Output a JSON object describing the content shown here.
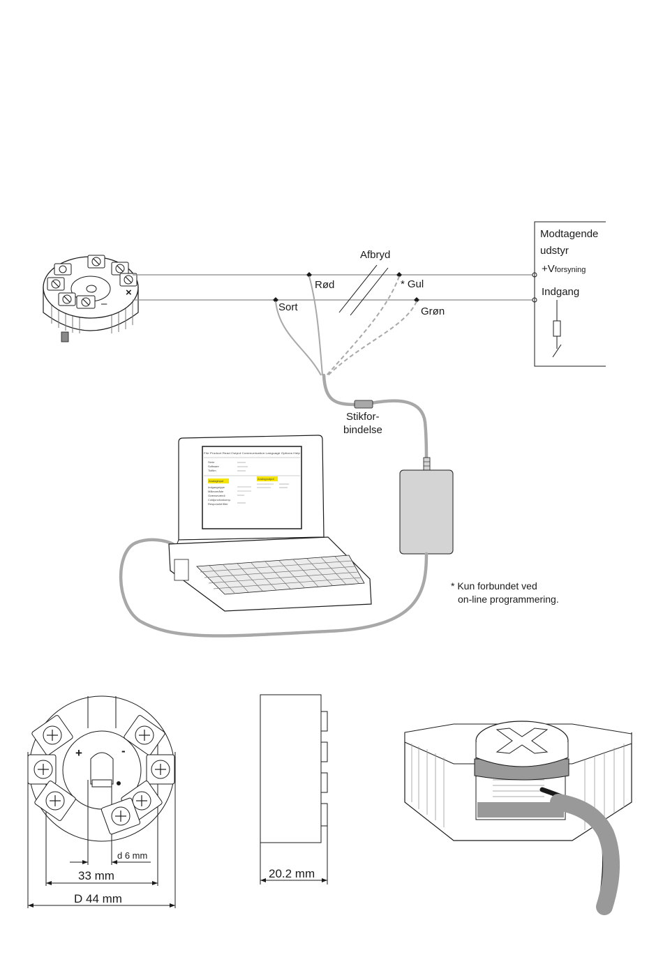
{
  "wiring": {
    "receiver_line1": "Modtagende",
    "receiver_line2": "udstyr",
    "supply_prefix": "+V",
    "supply_sub": "forsyning",
    "input_label": "Indgang",
    "disconnect_label": "Afbryd",
    "red_label": "Rød",
    "yellow_star": "*",
    "yellow_label": "Gul",
    "black_label": "Sort",
    "green_label": "Grøn",
    "connector_line1": "Stikfor-",
    "connector_line2": "bindelse"
  },
  "note": {
    "line1": "* Kun forbundet ved",
    "line2": "on-line programmering."
  },
  "laptop_screen": {
    "menu": "File  Product  Read  Output  Communication  Language  Options  Help",
    "rows": [
      "Serie",
      "Software",
      "Tidfilm"
    ],
    "highlight1": "Analoginput",
    "highlight2": "Analogoutput",
    "fields": [
      "Indgangstype",
      "Måleområde",
      "Grænseværdi",
      "Coldjunctionkomp.",
      "Responstid filter"
    ]
  },
  "dimensions": {
    "plus": "+",
    "minus": "-",
    "d6": "d 6 mm",
    "d33": "33 mm",
    "d44": "D 44 mm",
    "h20": "20.2 mm"
  },
  "colors": {
    "cable": "#a8a8a8",
    "line": "#1a1a1a",
    "highlight": "#f5e400",
    "box": "#d4d4d4"
  }
}
